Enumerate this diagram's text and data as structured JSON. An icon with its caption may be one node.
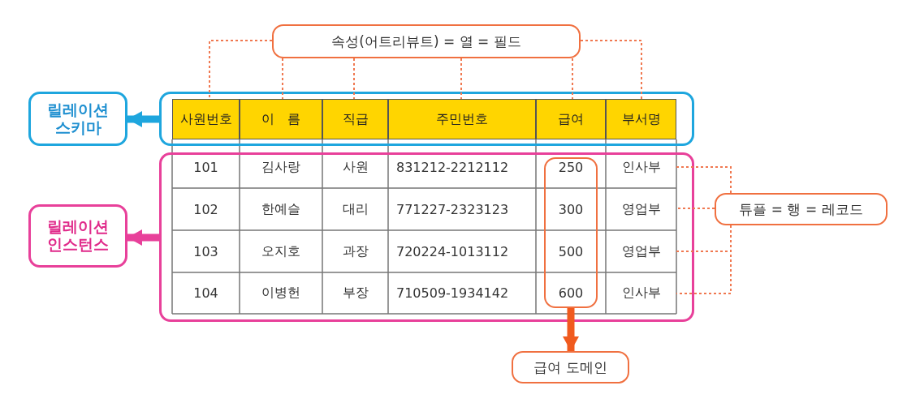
{
  "diagram": {
    "nodes": [
      {
        "text": [
          "속성(어트리뷰트) = 열 = 필드"
        ]
      },
      {
        "text": [],
        "shape": "box"
      },
      {
        "text": [
          "사원번호"
        ],
        "in": 1
      },
      {
        "text": [
          "이　름"
        ],
        "in": 1
      },
      {
        "text": [
          "직급"
        ],
        "in": 1
      },
      {
        "text": [
          "주민번호"
        ],
        "in": 1
      },
      {
        "text": [
          "급여"
        ],
        "in": 1
      },
      {
        "text": [
          "부서명"
        ],
        "in": 1
      },
      {
        "text": [
          "릴레이션 스키마"
        ]
      },
      {
        "text": [],
        "shape": "box"
      },
      {
        "text": [],
        "shape": "box",
        "in": 9
      },
      {
        "text": [
          "인사부"
        ],
        "in": 9
      },
      {
        "text": [
          "영업부"
        ],
        "in": 9
      },
      {
        "text": [
          "영업부"
        ],
        "in": 9
      },
      {
        "text": [
          "인사부"
        ],
        "in": 9
      },
      {
        "text": [
          "튜플 = 행 = 레코드"
        ]
      },
      {
        "text": [
          "릴레이션 인스턴스"
        ]
      },
      {
        "text": [
          "급여 도메인"
        ]
      }
    ],
    "edges": [
      {
        "from": 0,
        "to": 2,
        "arrow": "none",
        "style": "dashed"
      },
      {
        "from": 0,
        "to": 3,
        "arrow": "none",
        "style": "dashed"
      },
      {
        "from": 0,
        "to": 4,
        "arrow": "none",
        "style": "dashed"
      },
      {
        "from": 0,
        "to": 5,
        "arrow": "none",
        "style": "dashed"
      },
      {
        "from": 0,
        "to": 6,
        "arrow": "none",
        "style": "dashed"
      },
      {
        "from": 0,
        "to": 7,
        "arrow": "none",
        "style": "dashed"
      },
      {
        "from": 1,
        "to": 8,
        "arrow": "to",
        "style": "thick",
        "color": "#1ea6de"
      },
      {
        "from": 9,
        "to": 16,
        "arrow": "to",
        "style": "thick",
        "color": "#e8409a"
      },
      {
        "from": 10,
        "to": 17,
        "arrow": "to",
        "style": "thick"
      },
      {
        "from": 15,
        "to": 11,
        "arrow": "none",
        "style": "dashed"
      },
      {
        "from": 15,
        "to": 12,
        "arrow": "none",
        "style": "dashed"
      },
      {
        "from": 15,
        "to": 13,
        "arrow": "none",
        "style": "dashed"
      },
      {
        "from": 15,
        "to": 14,
        "arrow": "none",
        "style": "dashed"
      }
    ],
    "labels": [
      "101",
      "김사랑",
      "사원",
      "831212-2212112",
      "250",
      "102",
      "한예슬",
      "대리",
      "771227-2323123",
      "300",
      "103",
      "오지호",
      "과장",
      "720224-1013112",
      "500",
      "104",
      "이병헌",
      "부장",
      "710509-1934142",
      "600"
    ]
  }
}
